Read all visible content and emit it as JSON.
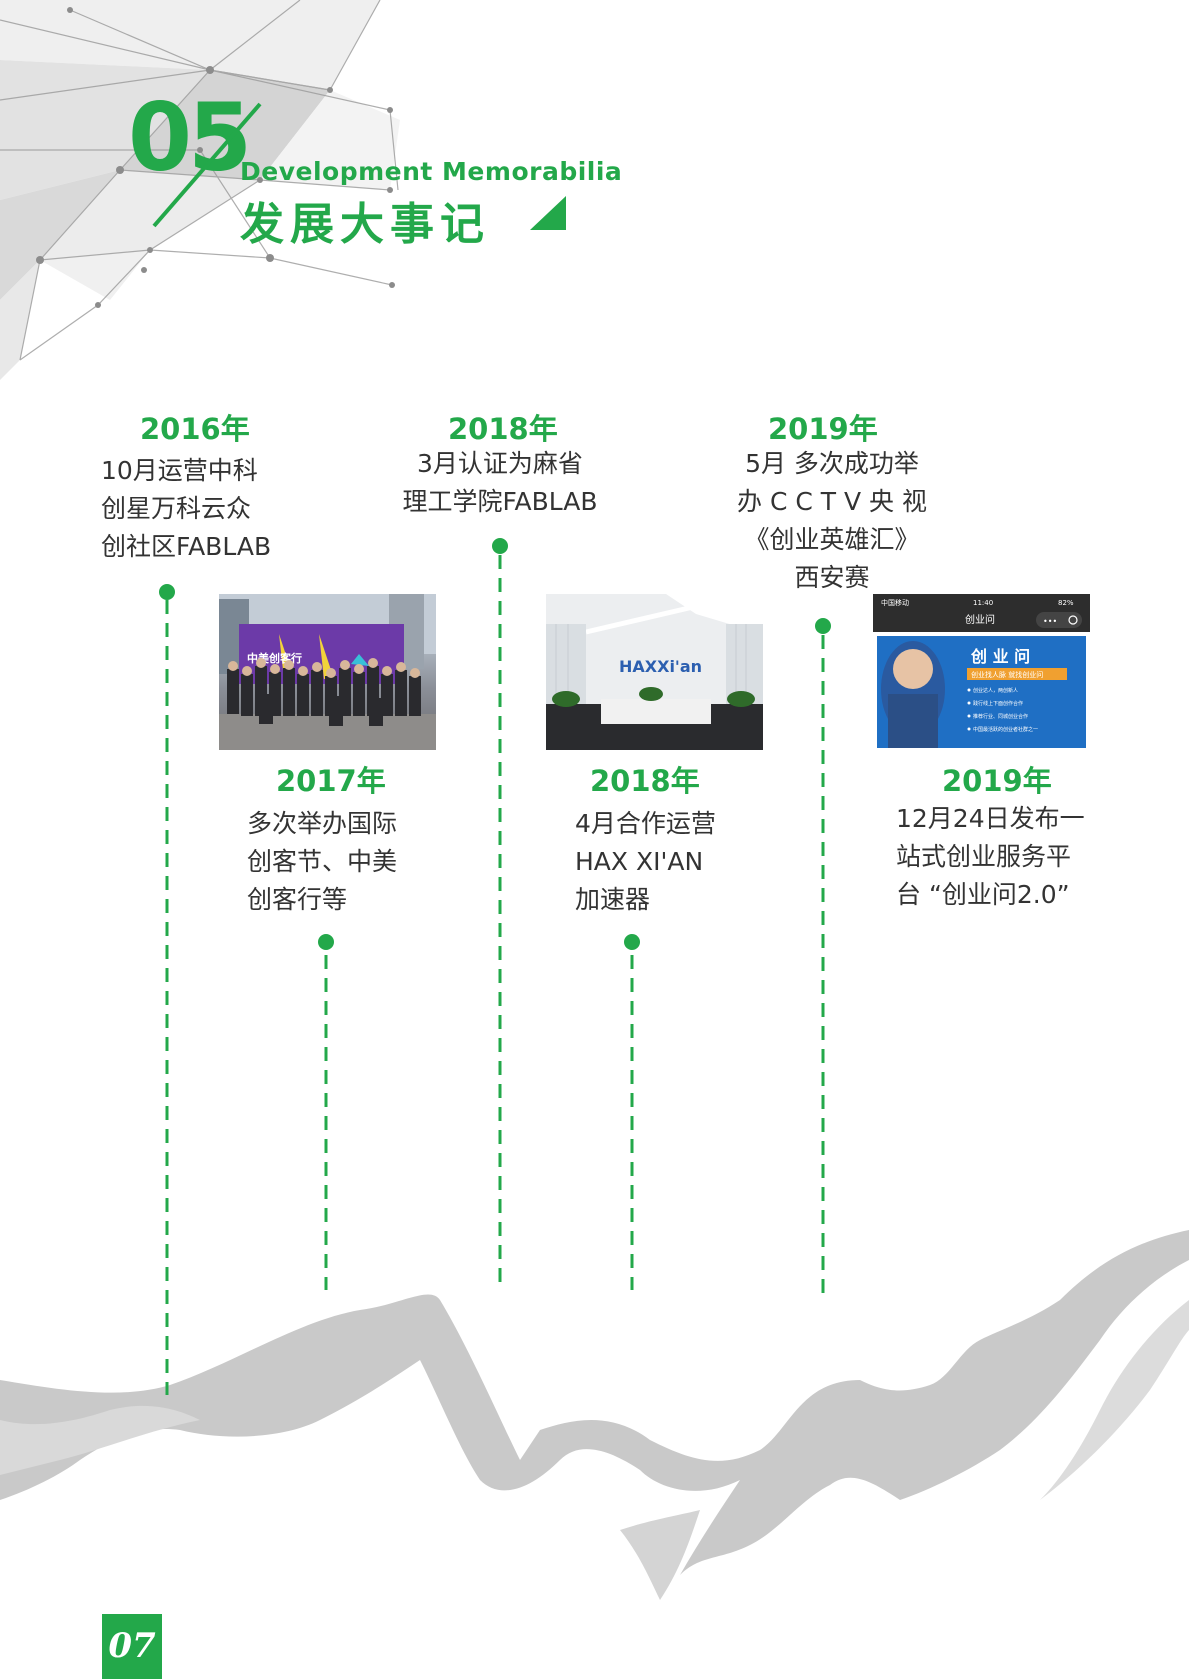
{
  "header": {
    "number": "05",
    "title_en": "Development Memorabilia",
    "title_cn": "发展大事记"
  },
  "colors": {
    "accent": "#23a84a",
    "text": "#333333",
    "mountain": "#c8c8c8"
  },
  "timeline": [
    {
      "year": "2016年",
      "lines": [
        "10月运营中科",
        "创星万科云众",
        "创社区FABLAB"
      ]
    },
    {
      "year": "2017年",
      "lines": [
        "多次举办国际",
        "创客节、中美",
        "创客行等"
      ]
    },
    {
      "year": "2018年",
      "lines": [
        "3月认证为麻省",
        "理工学院FABLAB"
      ]
    },
    {
      "year": "2018年",
      "lines": [
        "4月合作运营",
        "HAX XI'AN",
        "加速器"
      ]
    },
    {
      "year": "2019年",
      "lines": [
        "5月 多次成功举",
        "办 C C T V 央 视",
        "《创业英雄汇》",
        "西安赛"
      ]
    },
    {
      "year": "2019年",
      "lines": [
        "12月24日发布一",
        "站式创业服务平",
        "台 “创业问2.0”"
      ]
    }
  ],
  "photos": {
    "photo1": {
      "banner": "中美创客行"
    },
    "photo2": {
      "logo": "HAXXi'an"
    },
    "photo3": {
      "status_carrier": "中国移动",
      "status_time": "11:40",
      "status_battery": "82%",
      "nav_title": "创业问",
      "nav_more": "•••",
      "card_title": "创 业 问",
      "card_slogan": "创业找人脉  就找创业问",
      "card_items": [
        "创业达人，两创新人",
        "践行线上下面创作合作",
        "推荐行业、同城创业合作",
        "中国最活跃的创业者社群之一"
      ]
    }
  },
  "page": {
    "number": "07"
  }
}
